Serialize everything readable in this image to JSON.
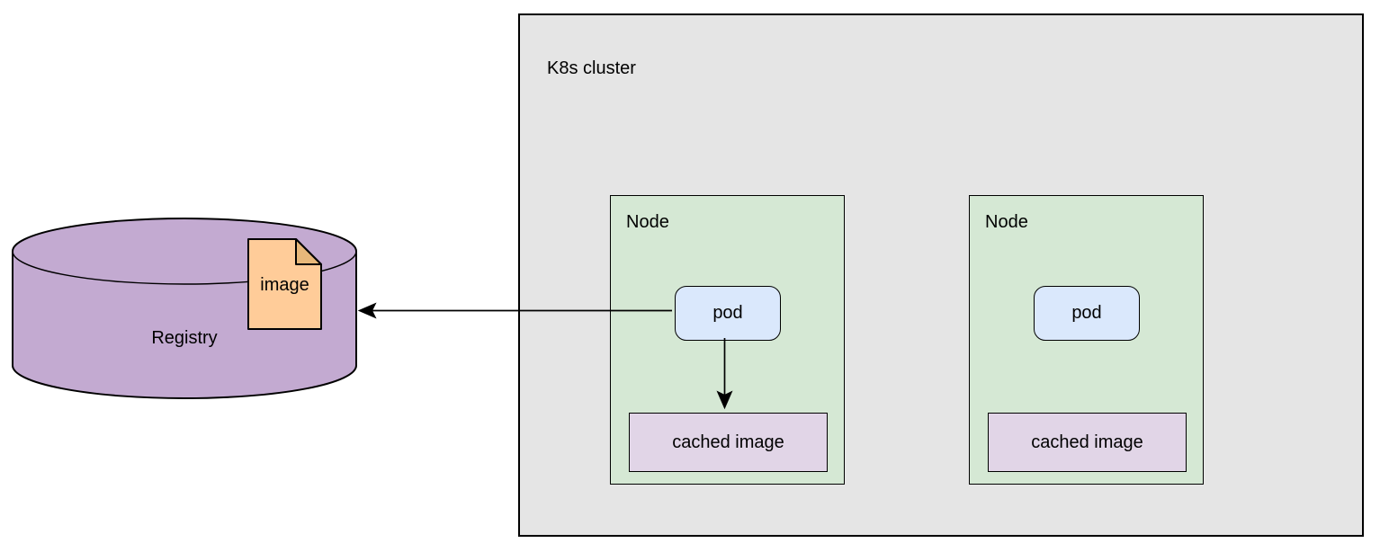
{
  "registry": {
    "label": "Registry",
    "image_label": "image"
  },
  "cluster": {
    "label": "K8s cluster",
    "nodes": [
      {
        "label": "Node",
        "pod_label": "pod",
        "cached_label": "cached image"
      },
      {
        "label": "Node",
        "pod_label": "pod",
        "cached_label": "cached image"
      }
    ]
  },
  "colors": {
    "registry_fill": "#c3aad1",
    "image_fill": "#ffcc99",
    "image_fold": "#e8b87a",
    "cluster_fill": "#e5e5e5",
    "node_fill": "#d5e8d4",
    "pod_fill": "#dae8fc",
    "cached_fill": "#e1d5e7",
    "stroke": "#000000",
    "text": "#000000"
  }
}
